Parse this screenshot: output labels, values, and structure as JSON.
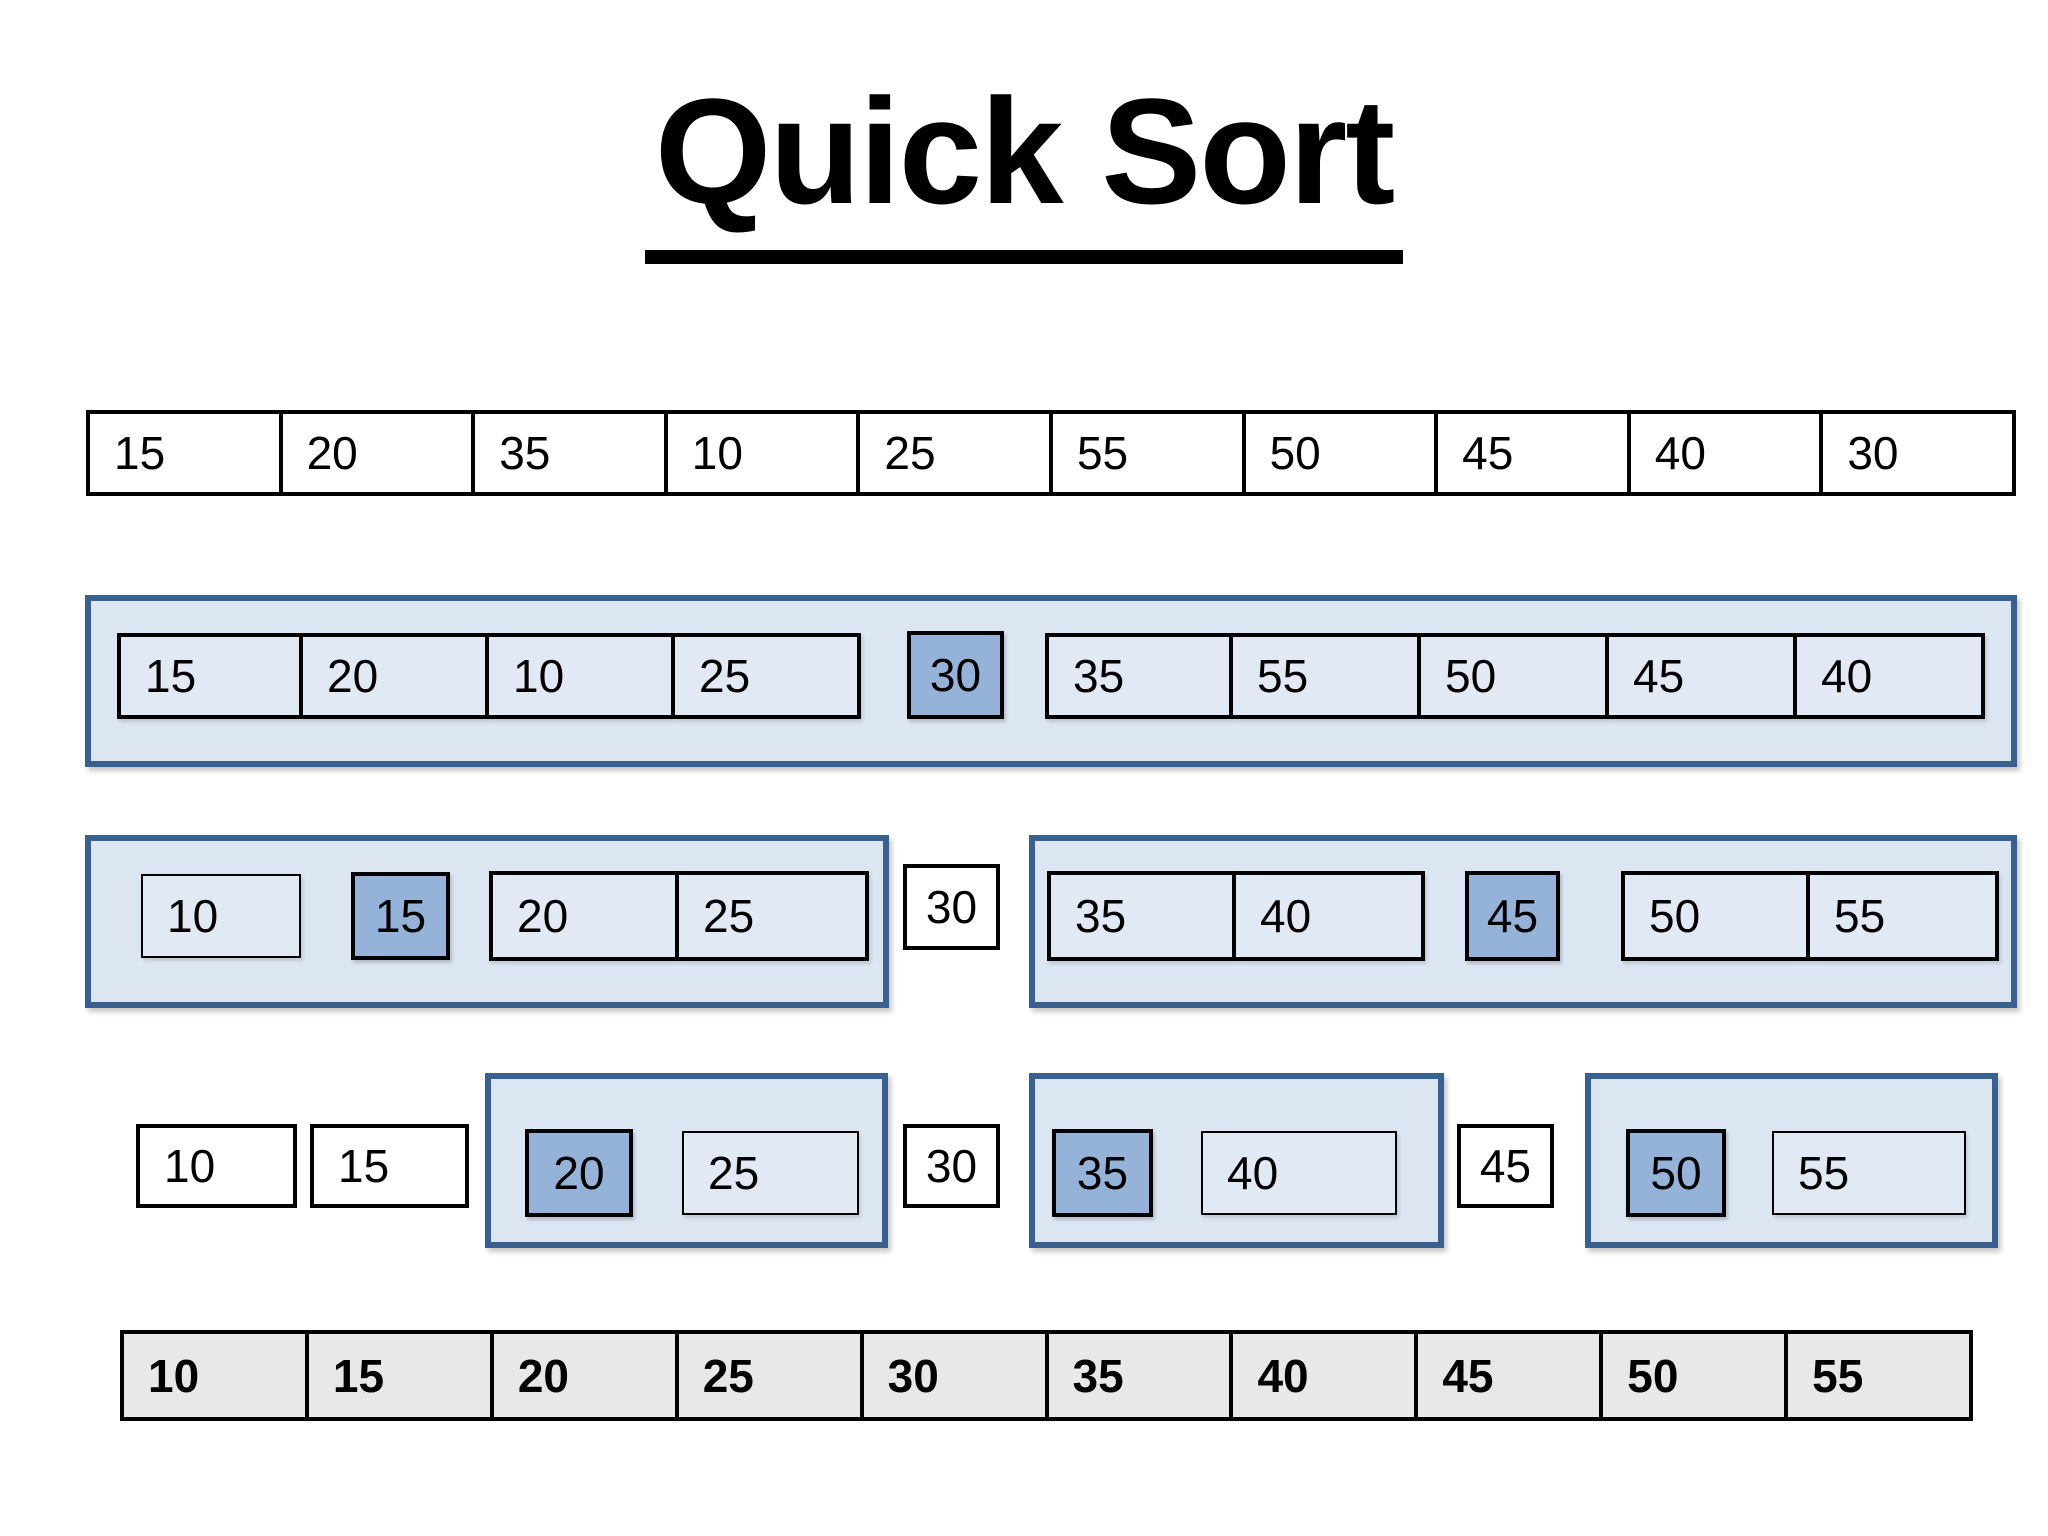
{
  "title": "Quick Sort",
  "colors": {
    "container_fill": "#dce6f2",
    "container_border": "#38618f",
    "inner_cell_fill": "#e1e9f4",
    "pivot_highlight_fill": "#95b3d9",
    "plain_cell_fill": "#ffffff",
    "final_row_fill": "#e8e8e8",
    "cell_border": "#000000"
  },
  "initial_array": [
    "15",
    "20",
    "35",
    "10",
    "25",
    "55",
    "50",
    "45",
    "40",
    "30"
  ],
  "pass1": {
    "left_partition": [
      "15",
      "20",
      "10",
      "25"
    ],
    "pivot": "30",
    "right_partition": [
      "35",
      "55",
      "50",
      "45",
      "40"
    ]
  },
  "pass2": {
    "left_cell": "10",
    "left_pivot": "15",
    "left_partition": [
      "20",
      "25"
    ],
    "placed_30": "30",
    "right_partition_low": [
      "35",
      "40"
    ],
    "right_pivot": "45",
    "right_partition_high": [
      "50",
      "55"
    ]
  },
  "pass3": {
    "placed_10": "10",
    "placed_15": "15",
    "a_pivot": "20",
    "a_cell": "25",
    "placed_30": "30",
    "b_pivot": "35",
    "b_cell": "40",
    "placed_45": "45",
    "c_pivot": "50",
    "c_cell": "55"
  },
  "final_array": [
    "10",
    "15",
    "20",
    "25",
    "30",
    "35",
    "40",
    "45",
    "50",
    "55"
  ]
}
